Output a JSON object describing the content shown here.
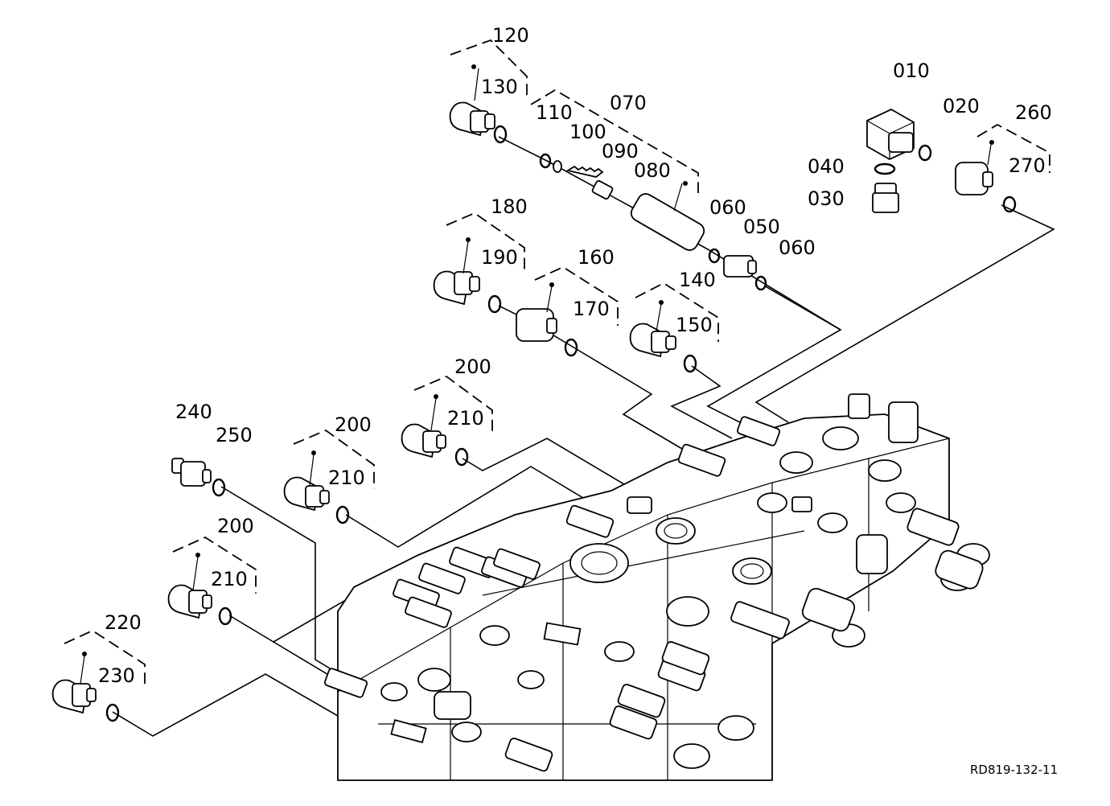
{
  "diagram": {
    "drawing_code": "RD819-132-11",
    "part_numbers": [
      "010",
      "020",
      "030",
      "040",
      "050",
      "060",
      "070",
      "080",
      "090",
      "100",
      "110",
      "120",
      "130",
      "140",
      "150",
      "160",
      "170",
      "180",
      "190",
      "200",
      "210",
      "220",
      "230",
      "240",
      "250",
      "260",
      "270"
    ],
    "labels": {
      "p120": "120",
      "p130": "130",
      "p070": "070",
      "p110": "110",
      "p100": "100",
      "p090": "090",
      "p080": "080",
      "p060a": "060",
      "p050": "050",
      "p060b": "060",
      "p180": "180",
      "p190": "190",
      "p160": "160",
      "p170": "170",
      "p140": "140",
      "p150": "150",
      "p010": "010",
      "p020": "020",
      "p040": "040",
      "p030": "030",
      "p260": "260",
      "p270": "270",
      "p200a": "200",
      "p210a": "210",
      "p200b": "200",
      "p210b": "210",
      "p240": "240",
      "p250": "250",
      "p200c": "200",
      "p210c": "210",
      "p220": "220",
      "p230": "230"
    }
  }
}
